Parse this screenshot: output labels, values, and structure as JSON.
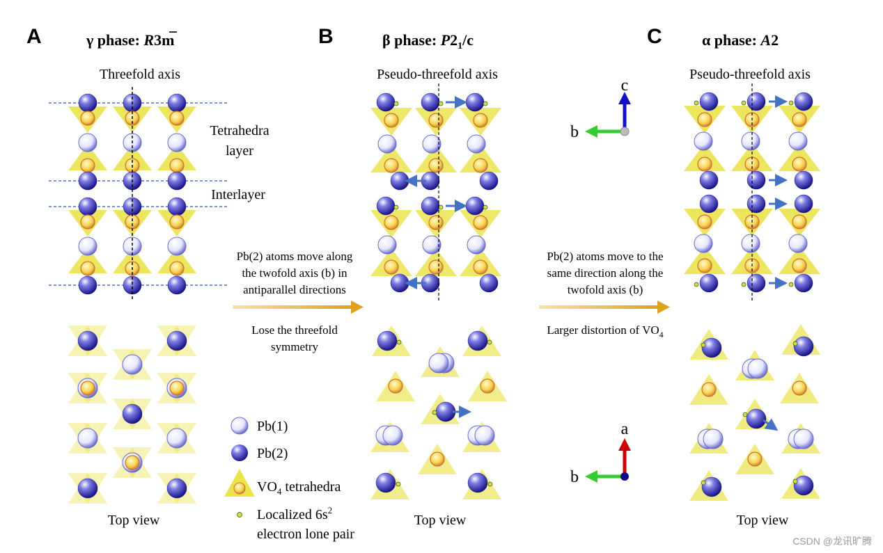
{
  "panels": [
    {
      "letter": "A",
      "phase_prefix": "γ phase: ",
      "group_italic": "R",
      "group_over": "3",
      "group_rest": "m",
      "group_sub": "",
      "group_tail": "",
      "axis_label": "Threefold axis",
      "top_view_label": "Top view"
    },
    {
      "letter": "B",
      "phase_prefix": "β phase: ",
      "group_italic": "P",
      "group_over": "",
      "group_rest": "2",
      "group_sub": "1",
      "group_tail": "/c",
      "axis_label": "Pseudo-threefold axis",
      "top_view_label": "Top view"
    },
    {
      "letter": "C",
      "phase_prefix": "α phase: ",
      "group_italic": "A",
      "group_over": "",
      "group_rest": "2",
      "group_sub": "",
      "group_tail": "",
      "axis_label": "Pseudo-threefold axis",
      "top_view_label": "Top view"
    }
  ],
  "annotations": {
    "tetra_layer_1": "Tetrahedra",
    "tetra_layer_2": "layer",
    "interlayer": "Interlayer"
  },
  "transition_ab": {
    "line1": "Pb(2) atoms move along",
    "line2": "the twofold axis (b) in",
    "line3": "antiparallel directions",
    "below1": "Lose the threefold",
    "below2": "symmetry"
  },
  "transition_bc": {
    "line1": "Pb(2) atoms move to the",
    "line2": "same direction along the",
    "line3": "twofold axis (b)",
    "below_main": "Larger distortion of VO",
    "below_sub": "4"
  },
  "axes_side": {
    "upper_vertical": "c",
    "upper_horizontal": "b",
    "lower_vertical": "a",
    "lower_horizontal": "b"
  },
  "legend": {
    "pb1": "Pb(1)",
    "pb2": "Pb(2)",
    "vo4_main": "VO",
    "vo4_sub": "4",
    "vo4_rest": " tetrahedra",
    "lone_pair_1": "Localized 6s",
    "lone_pair_sup": "2",
    "lone_pair_2": "electron lone pair"
  },
  "watermark": "CSDN @龙讯旷腾",
  "colors": {
    "pb1": "#e8e8ff",
    "pb2": "#3a35b8",
    "tetra": "#e6de2a",
    "vo4_core": "#f7d34a",
    "lone_pair": "#c8e23a",
    "move_arrow": "#4472c4",
    "transition_arrow": "#e0a020",
    "dashed_line": "#2a52be",
    "axis_red": "#cc0000",
    "axis_green": "#33cc33",
    "axis_blue": "#1111cc"
  }
}
